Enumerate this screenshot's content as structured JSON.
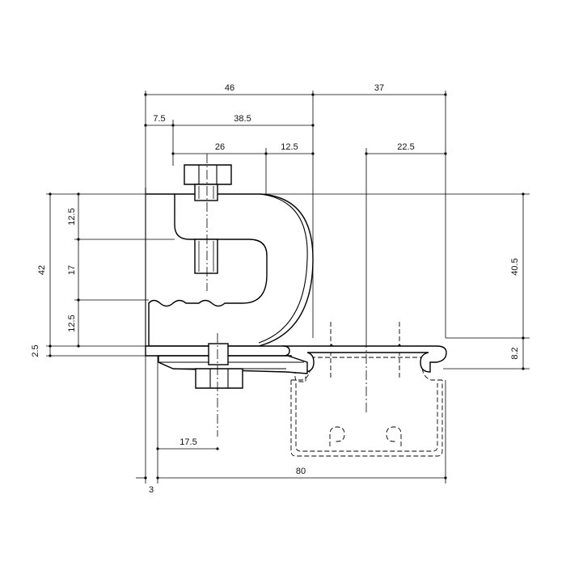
{
  "drawing": {
    "dimensions": {
      "top_width_clamp": "46",
      "top_width_channel": "37",
      "offset_left": "7.5",
      "bolt_to_edge": "38.5",
      "bolt_to_inner": "26",
      "inner_to_edge": "12.5",
      "channel_half": "22.5",
      "left_top": "12.5",
      "left_mid": "17",
      "left_bottom": "12.5",
      "left_total": "42",
      "plate_thickness": "2.5",
      "right_height": "40.5",
      "right_lip": "8.2",
      "bottom_bolt": "17.5",
      "bottom_total": "80",
      "bottom_offset": "3"
    }
  }
}
